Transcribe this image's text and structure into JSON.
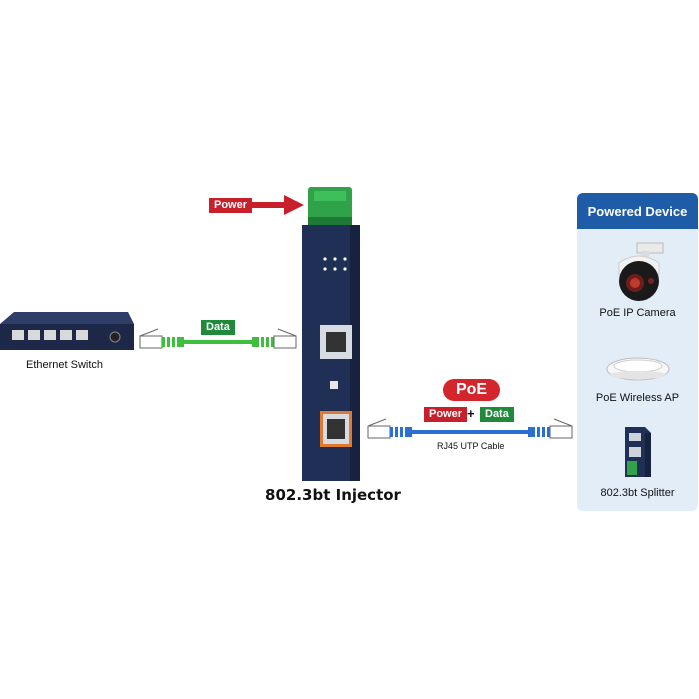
{
  "injector": {
    "caption": "802.3bt Injector"
  },
  "power_input": {
    "tag": "Power"
  },
  "switch": {
    "caption": "Ethernet Switch"
  },
  "data_link": {
    "tag": "Data"
  },
  "poe_link": {
    "badge": "PoE",
    "power_tag": "Power",
    "plus": "+",
    "data_tag": "Data",
    "cable_label": "RJ45 UTP Cable"
  },
  "powered_device_panel": {
    "title": "Powered Device",
    "items": [
      {
        "label": "PoE IP Camera",
        "icon": "ip-camera-icon"
      },
      {
        "label": "PoE Wireless AP",
        "icon": "wireless-ap-icon"
      },
      {
        "label": "802.3bt Splitter",
        "icon": "splitter-icon"
      }
    ]
  },
  "colors": {
    "power_red": "#c8202b",
    "data_green": "#1e8a3a",
    "green_cable": "#3fbf3f",
    "blue_cable": "#2b6fd0",
    "poe_red": "#d4252c",
    "device_navy": "#1f2f55",
    "panel_header": "#1e5ca8",
    "panel_bg": "#e3edf8"
  }
}
